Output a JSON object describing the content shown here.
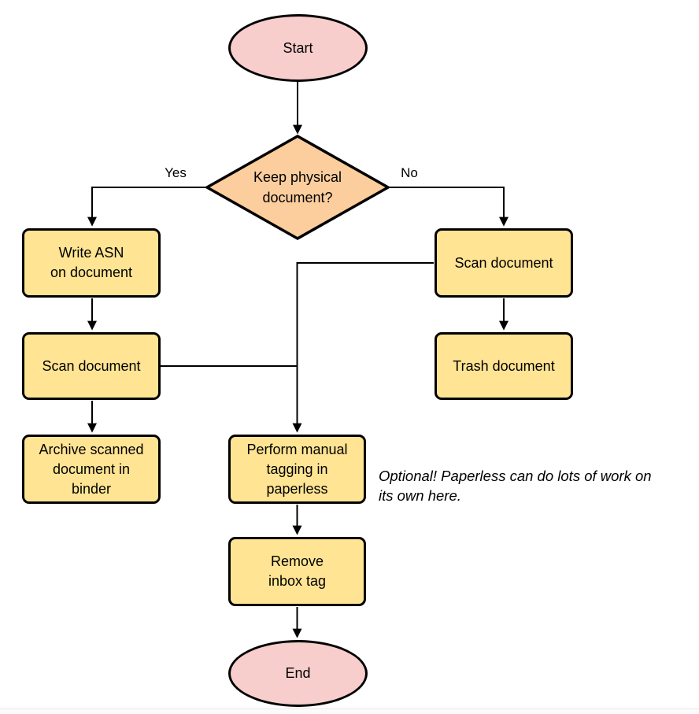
{
  "colors": {
    "bg": "#ffffff",
    "pink": "#f8cecc",
    "orange": "#fccd9d",
    "yellow": "#ffe493",
    "stroke": "#000000",
    "text": "#000000"
  },
  "nodes": {
    "start": {
      "label": "Start"
    },
    "decision": {
      "label": "Keep physical document?",
      "lines": [
        "Keep physical",
        "document?"
      ]
    },
    "write_asn": {
      "label": "Write ASN on document",
      "lines": [
        "Write ASN",
        "on document"
      ]
    },
    "scan_left": {
      "label": "Scan document",
      "lines": [
        "Scan document"
      ]
    },
    "archive": {
      "label": "Archive scanned document in binder",
      "lines": [
        "Archive scanned",
        "document in",
        "binder"
      ]
    },
    "scan_right": {
      "label": "Scan document",
      "lines": [
        "Scan document"
      ]
    },
    "trash": {
      "label": "Trash document",
      "lines": [
        "Trash document"
      ]
    },
    "perform": {
      "label": "Perform manual tagging in paperless",
      "lines": [
        "Perform manual",
        "tagging in",
        "paperless"
      ]
    },
    "remove": {
      "label": "Remove inbox tag",
      "lines": [
        "Remove",
        "inbox tag"
      ]
    },
    "end": {
      "label": "End"
    }
  },
  "edge_labels": {
    "yes": "Yes",
    "no": "No"
  },
  "annotation": {
    "text": "Optional! Paperless can do lots of work on its own here.",
    "lines": [
      "Optional! Paperless can do lots of work on",
      "its own here."
    ]
  }
}
